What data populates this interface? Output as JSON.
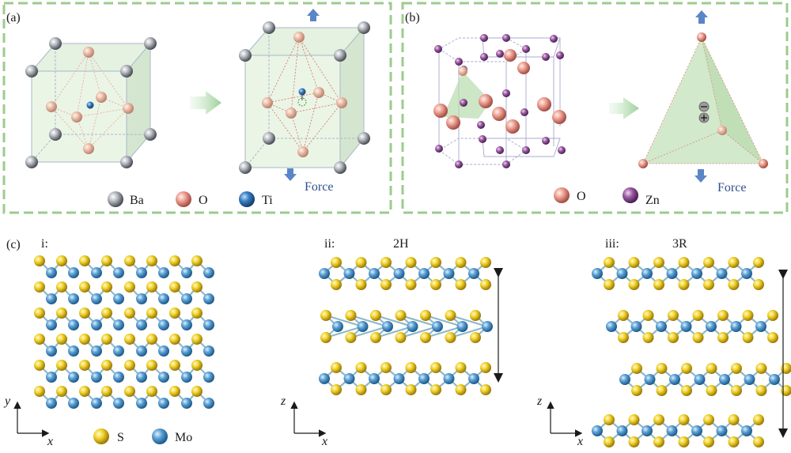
{
  "panel_a": {
    "label": "(a)",
    "force": "Force",
    "legend": [
      {
        "name": "Ba",
        "color": "#9aa0a8"
      },
      {
        "name": "O",
        "color": "#e99a8e"
      },
      {
        "name": "Ti",
        "color": "#1f5fa0"
      }
    ]
  },
  "panel_b": {
    "label": "(b)",
    "force": "Force",
    "legend": [
      {
        "name": "O",
        "color": "#e99a8e"
      },
      {
        "name": "Zn",
        "color": "#8a4a90"
      }
    ]
  },
  "panel_c": {
    "label": "(c)",
    "sub": [
      {
        "id": "i:",
        "title": ""
      },
      {
        "id": "ii:",
        "title": "2H"
      },
      {
        "id": "iii:",
        "title": "3R"
      }
    ],
    "legend": [
      {
        "name": "S",
        "color": "#f0d02a"
      },
      {
        "name": "Mo",
        "color": "#4a90c8"
      }
    ],
    "axes": {
      "i": [
        "y",
        "x"
      ],
      "ii": [
        "z",
        "x"
      ],
      "iii": [
        "z",
        "x"
      ]
    }
  }
}
